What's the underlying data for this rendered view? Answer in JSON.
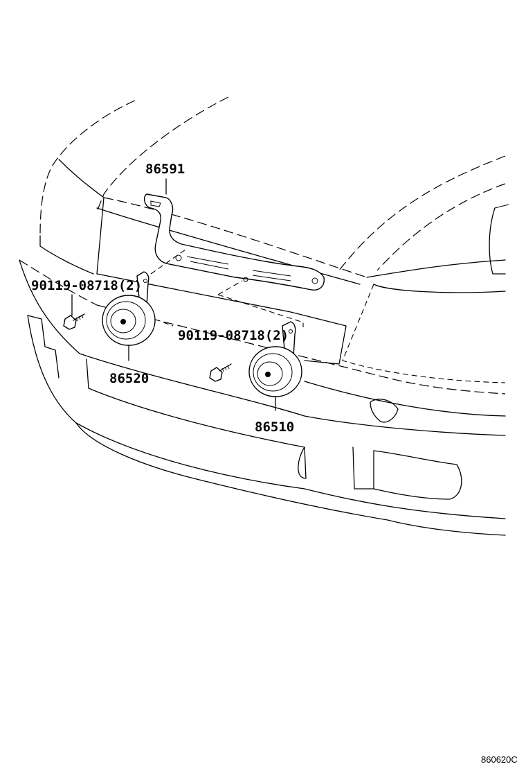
{
  "parts": {
    "bracket": "86591",
    "bolt_left": "90119-08718(2)",
    "bolt_right": "90119-08718(2)",
    "horn_low": "86520",
    "horn_high": "86510"
  },
  "diagram_ref": "860620C"
}
